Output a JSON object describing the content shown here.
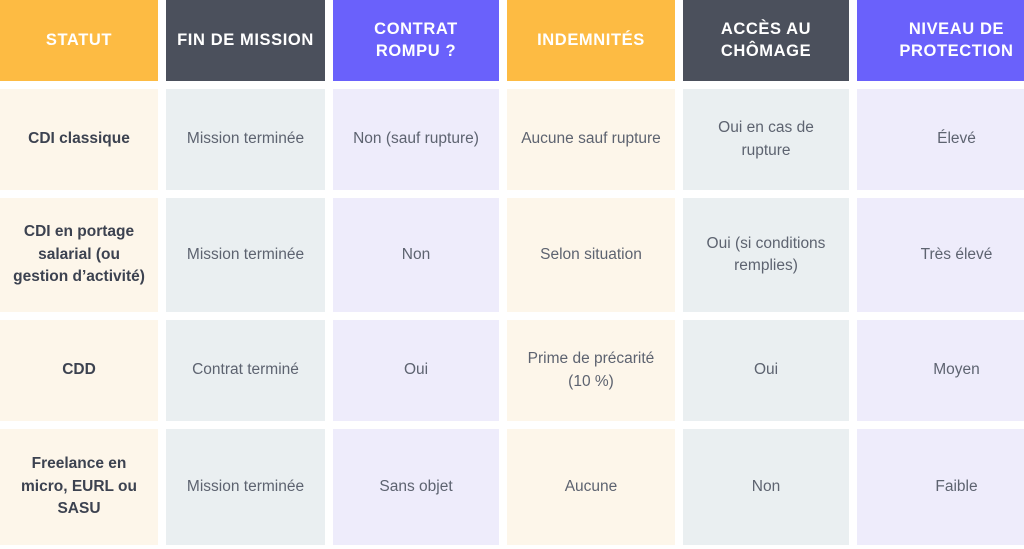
{
  "table": {
    "columns": [
      {
        "key": "statut",
        "label": "STATUT",
        "header_bg": "#fdbb43",
        "cell_bg": "#fdf6ea"
      },
      {
        "key": "fin",
        "label": "FIN DE MISSION",
        "header_bg": "#4b505c",
        "cell_bg": "#eaeff1"
      },
      {
        "key": "rompu",
        "label": "CONTRAT ROMPU ?",
        "header_bg": "#6a61fb",
        "cell_bg": "#eeecfb"
      },
      {
        "key": "indemnites",
        "label": "INDEMNITÉS",
        "header_bg": "#fdbb43",
        "cell_bg": "#fdf6ea"
      },
      {
        "key": "chomage",
        "label": "ACCÈS AU CHÔMAGE",
        "header_bg": "#4b505c",
        "cell_bg": "#eaeff1"
      },
      {
        "key": "protection",
        "label": "NIVEAU DE PROTECTION",
        "header_bg": "#6a61fb",
        "cell_bg": "#eeecfb"
      }
    ],
    "rows": [
      {
        "statut": "CDI classique",
        "fin": "Mission terminée",
        "rompu": "Non (sauf rupture)",
        "indemnites": "Aucune sauf rupture",
        "chomage": "Oui en cas de rupture",
        "protection": "Élevé"
      },
      {
        "statut": "CDI en portage salarial (ou gestion d’activité)",
        "fin": "Mission terminée",
        "rompu": "Non",
        "indemnites": "Selon situation",
        "chomage": "Oui (si conditions remplies)",
        "protection": "Très élevé"
      },
      {
        "statut": "CDD",
        "fin": "Contrat terminé",
        "rompu": "Oui",
        "indemnites": "Prime de précarité (10 %)",
        "chomage": "Oui",
        "protection": "Moyen"
      },
      {
        "statut": "Freelance en micro, EURL ou SASU",
        "fin": "Mission terminée",
        "rompu": "Sans objet",
        "indemnites": "Aucune",
        "chomage": "Non",
        "protection": "Faible"
      }
    ]
  }
}
